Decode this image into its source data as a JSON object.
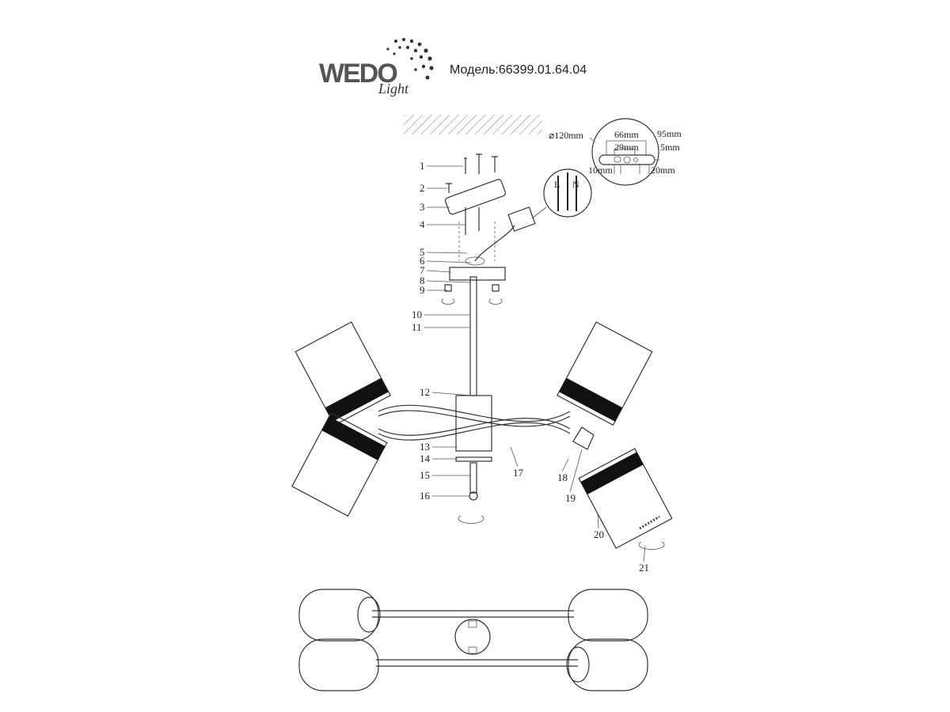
{
  "header": {
    "brand_logo_text": "WEDO Light",
    "model_label": "Модель:66399.01.64.04"
  },
  "dimensions": {
    "plate_diameter": "⌀120mm",
    "span_66": "66mm",
    "span_29": "29mm",
    "span_95": "95mm",
    "gap_5": "5mm",
    "hole_10": "10mm",
    "hole_20": "20mm"
  },
  "terminal_labels": {
    "live": "L",
    "neutral": "N"
  },
  "callouts": [
    "1",
    "2",
    "3",
    "4",
    "5",
    "6",
    "7",
    "8",
    "9",
    "10",
    "11",
    "12",
    "13",
    "14",
    "15",
    "16",
    "17",
    "18",
    "19",
    "20",
    "21"
  ]
}
